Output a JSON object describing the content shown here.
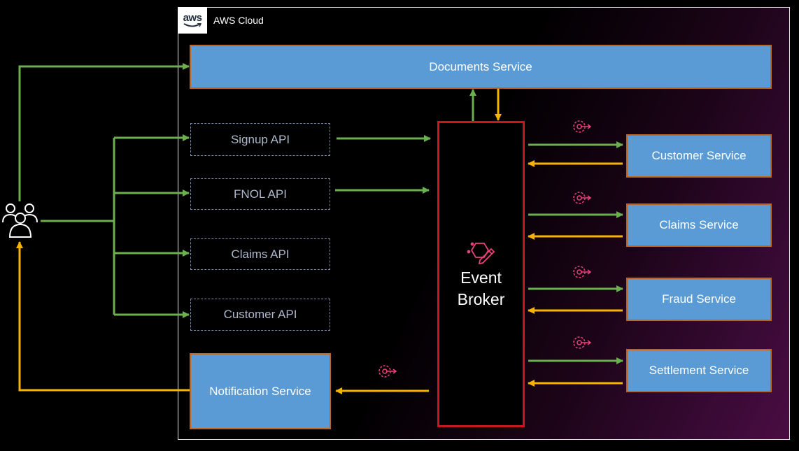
{
  "cloud": {
    "label": "AWS Cloud",
    "logo_text": "aws"
  },
  "documents_service": {
    "label": "Documents Service"
  },
  "apis": [
    {
      "label": "Signup API"
    },
    {
      "label": "FNOL API"
    },
    {
      "label": "Claims API"
    },
    {
      "label": "Customer API"
    }
  ],
  "event_broker": {
    "line1": "Event",
    "line2": "Broker",
    "icon": "eventbridge-icon"
  },
  "notification_service": {
    "label": "Notification Service"
  },
  "services": [
    {
      "label": "Customer Service"
    },
    {
      "label": "Claims Service"
    },
    {
      "label": "Fraud Service"
    },
    {
      "label": "Settlement Service"
    }
  ],
  "colors": {
    "request": "#6ab04c",
    "response": "#f5b400",
    "event_icon": "#e8427a",
    "service_fill": "#5a9bd5",
    "service_border": "#c0651f",
    "broker_border": "#c8181e"
  },
  "icons": {
    "users": "users-icon",
    "event": "event-rule-icon"
  }
}
